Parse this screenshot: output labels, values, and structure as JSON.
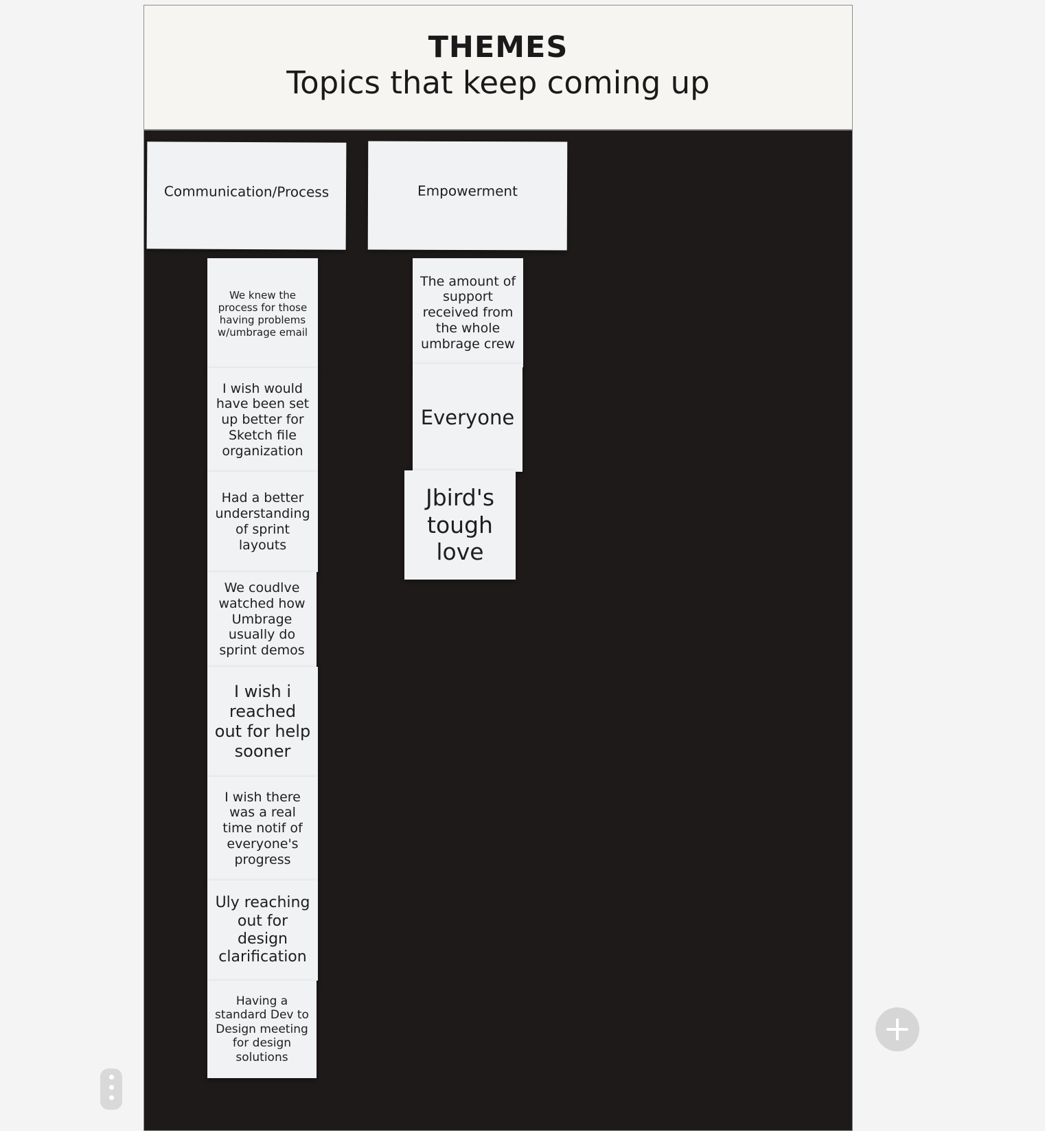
{
  "board": {
    "title": "THEMES",
    "subtitle": "Topics that keep coming up"
  },
  "columns": [
    {
      "header": "Communication/Process",
      "notes": [
        "We knew the process for those having problems w/umbrage email",
        "I wish would have been set up better for Sketch file organization",
        "Had a better understanding of sprint layouts",
        "We coudlve watched how Umbrage usually do sprint demos",
        "I wish i reached out for help sooner",
        "I wish there was a real time notif of everyone's progress",
        "Uly reaching out for design clarification",
        "Having a standard Dev to Design meeting for design solutions"
      ]
    },
    {
      "header": "Empowerment",
      "notes": [
        "The amount of support received from the whole umbrage crew",
        "Everyone",
        "Jbird's tough love"
      ]
    }
  ],
  "controls": {
    "add_icon": "plus-icon",
    "more_icon": "vertical-dots-icon"
  },
  "colors": {
    "board_background": "#1e1a1a",
    "header_background": "#f6f5f2",
    "sticky_note": "#f1f2f4",
    "add_button": "#d6d6d6"
  }
}
